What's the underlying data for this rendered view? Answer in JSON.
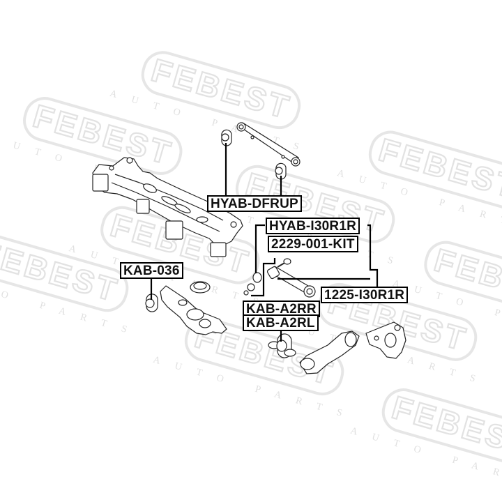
{
  "watermark": {
    "brand": "FEBEST",
    "subtitle": "AUTO PARTS",
    "color": "#e4e4e4"
  },
  "labels": {
    "hyab_dfrup": "HYAB-DFRUP",
    "hyab_i30r1r": "HYAB-I30R1R",
    "kit_2229_001": "2229-001-KIT",
    "kab_036": "KAB-036",
    "i30r1r_1225": "1225-I30R1R",
    "kab_a2rr": "KAB-A2RR",
    "kab_a2rl": "KAB-A2RL"
  },
  "parts": [
    {
      "name": "rear-subframe",
      "label": null
    },
    {
      "name": "upper-control-arm",
      "label": null
    },
    {
      "name": "upper-arm-bushing-front",
      "label": "HYAB-DFRUP"
    },
    {
      "name": "upper-arm-bushing-rear",
      "label": "HYAB-DFRUP"
    },
    {
      "name": "lateral-link-bushing",
      "label": "HYAB-I30R1R"
    },
    {
      "name": "camber-bolt-kit",
      "label": "2229-001-KIT"
    },
    {
      "name": "lateral-link-ball-joint",
      "label": "1225-I30R1R"
    },
    {
      "name": "lower-arm-bushing",
      "label": "KAB-036"
    },
    {
      "name": "spring-seat",
      "label": null
    },
    {
      "name": "lower-control-arm",
      "label": null
    },
    {
      "name": "trailing-arm-bushing",
      "label": "KAB-A2RR / KAB-A2RL"
    },
    {
      "name": "trailing-arm",
      "label": null
    },
    {
      "name": "rear-knuckle",
      "label": null
    }
  ]
}
